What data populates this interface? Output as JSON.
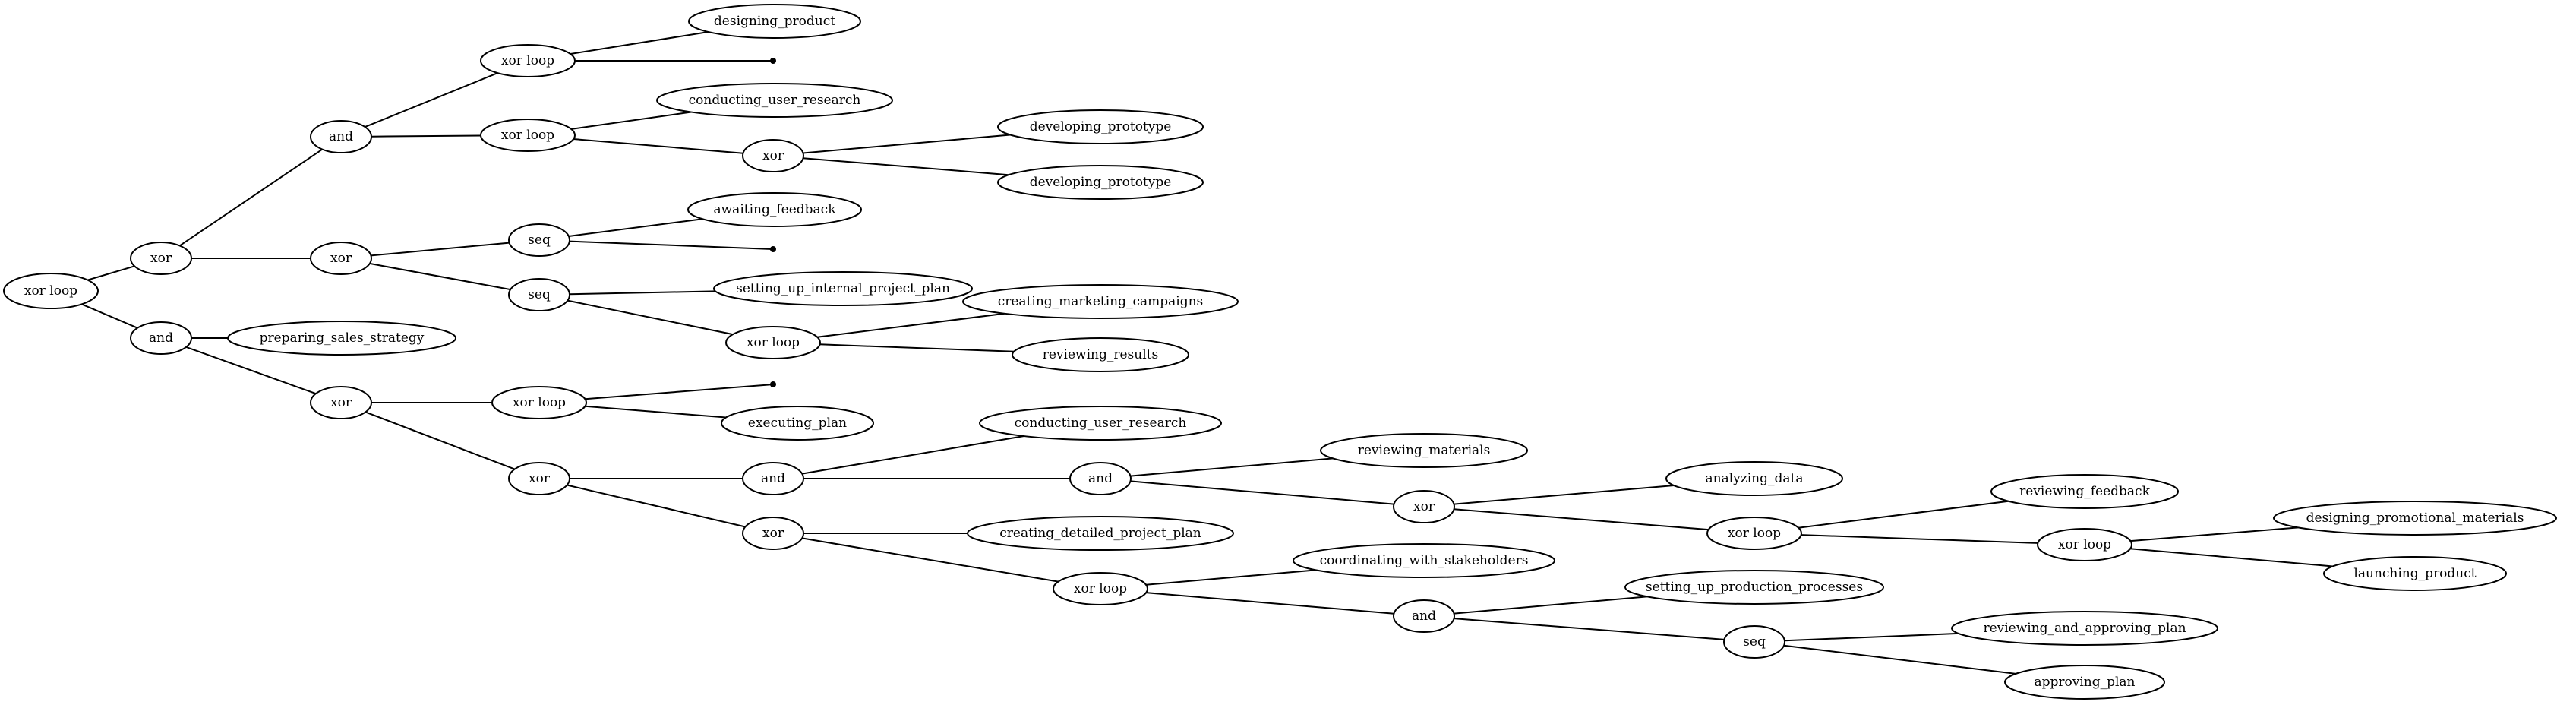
{
  "nodes": {
    "n1": "xor loop",
    "n2": "xor",
    "n3": "and",
    "n4": "xor loop",
    "n5": "designing_product",
    "n6": "xor loop",
    "n7": "conducting_user_research",
    "n8": "xor",
    "n9": "developing_prototype",
    "n10": "developing_prototype",
    "n11": "xor",
    "n12": "seq",
    "n13": "awaiting_feedback",
    "n14": "seq",
    "n15": "setting_up_internal_project_plan",
    "n16": "xor loop",
    "n17": "creating_marketing_campaigns",
    "n18": "reviewing_results",
    "n19": "and",
    "n20": "preparing_sales_strategy",
    "n21": "xor",
    "n22": "xor loop",
    "n23": "executing_plan",
    "n24": "xor",
    "n25": "and",
    "n26": "conducting_user_research",
    "n27": "and",
    "n28": "reviewing_materials",
    "n29": "xor",
    "n30": "analyzing_data",
    "n31": "xor loop",
    "n32": "reviewing_feedback",
    "n33": "xor loop",
    "n34": "designing_promotional_materials",
    "n35": "launching_product",
    "n36": "xor",
    "n37": "creating_detailed_project_plan",
    "n38": "xor loop",
    "n39": "coordinating_with_stakeholders",
    "n40": "and",
    "n41": "setting_up_production_processes",
    "n42": "seq",
    "n43": "reviewing_and_approving_plan",
    "n44": "approving_plan"
  }
}
